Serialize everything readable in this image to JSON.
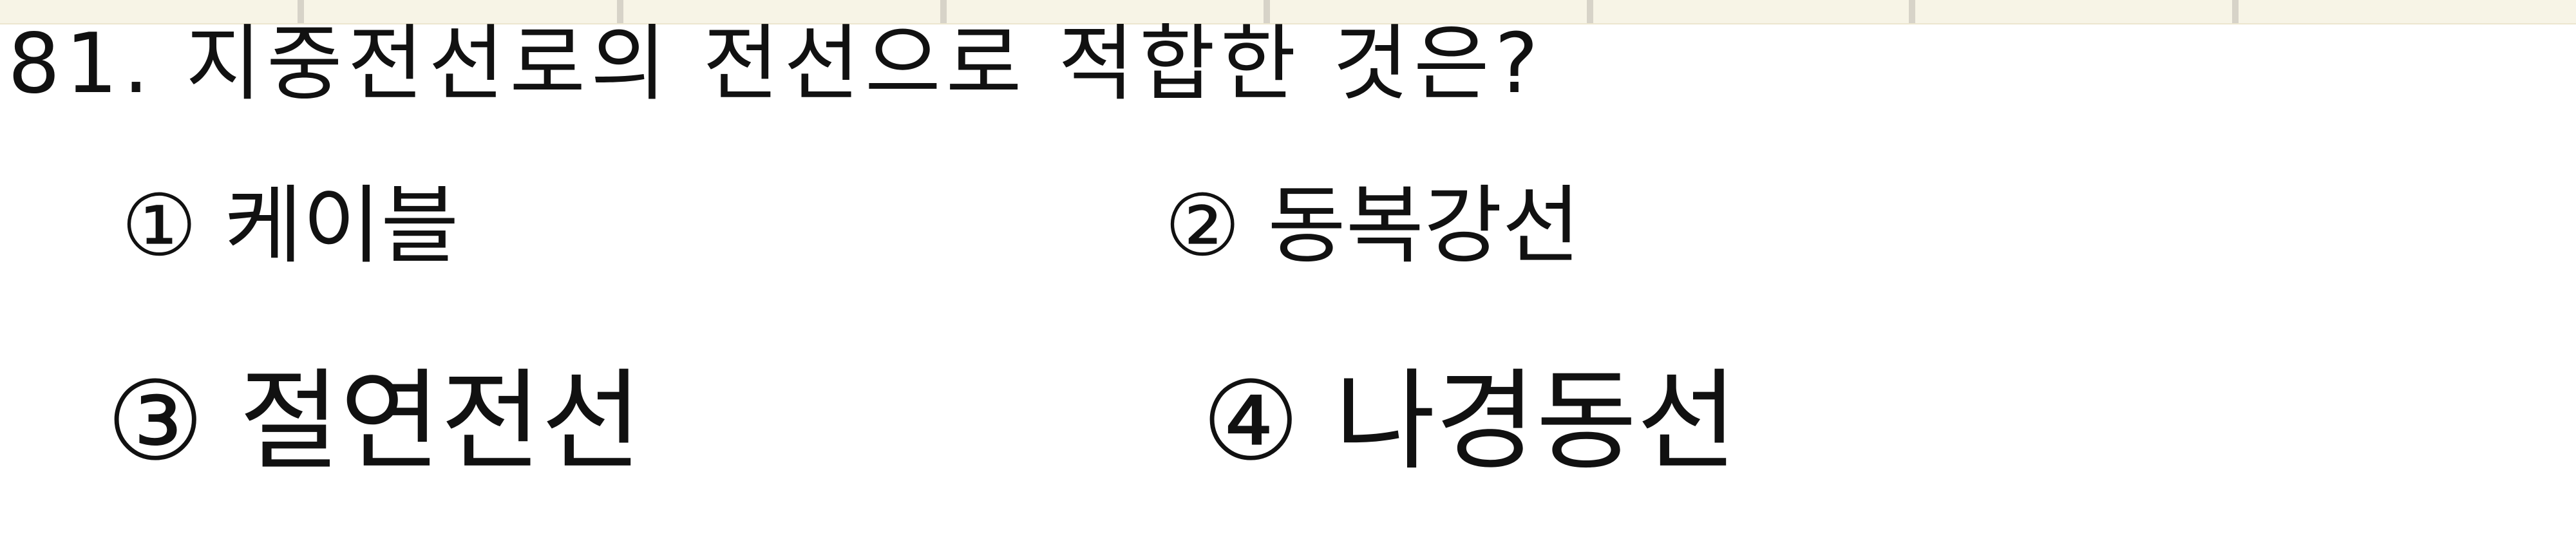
{
  "question": {
    "text": "81. 지중전선로의 전선으로 적합한 것은?"
  },
  "options": [
    {
      "text": "① 케이블"
    },
    {
      "text": "② 동복강선"
    },
    {
      "text": "③ 절연전선"
    },
    {
      "text": "④ 나경동선"
    }
  ]
}
